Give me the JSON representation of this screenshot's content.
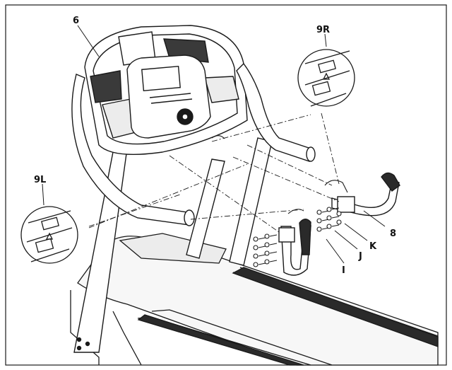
{
  "labels": {
    "console": "6",
    "detail_right": "9R",
    "detail_left": "9L",
    "handle_right": "8",
    "part_k": "K",
    "part_j": "J",
    "part_i": "I"
  },
  "colors": {
    "line": "#1a1a1a",
    "fill_light": "#f4f4f4",
    "fill_dark": "#2a2a2a",
    "background": "#ffffff"
  }
}
